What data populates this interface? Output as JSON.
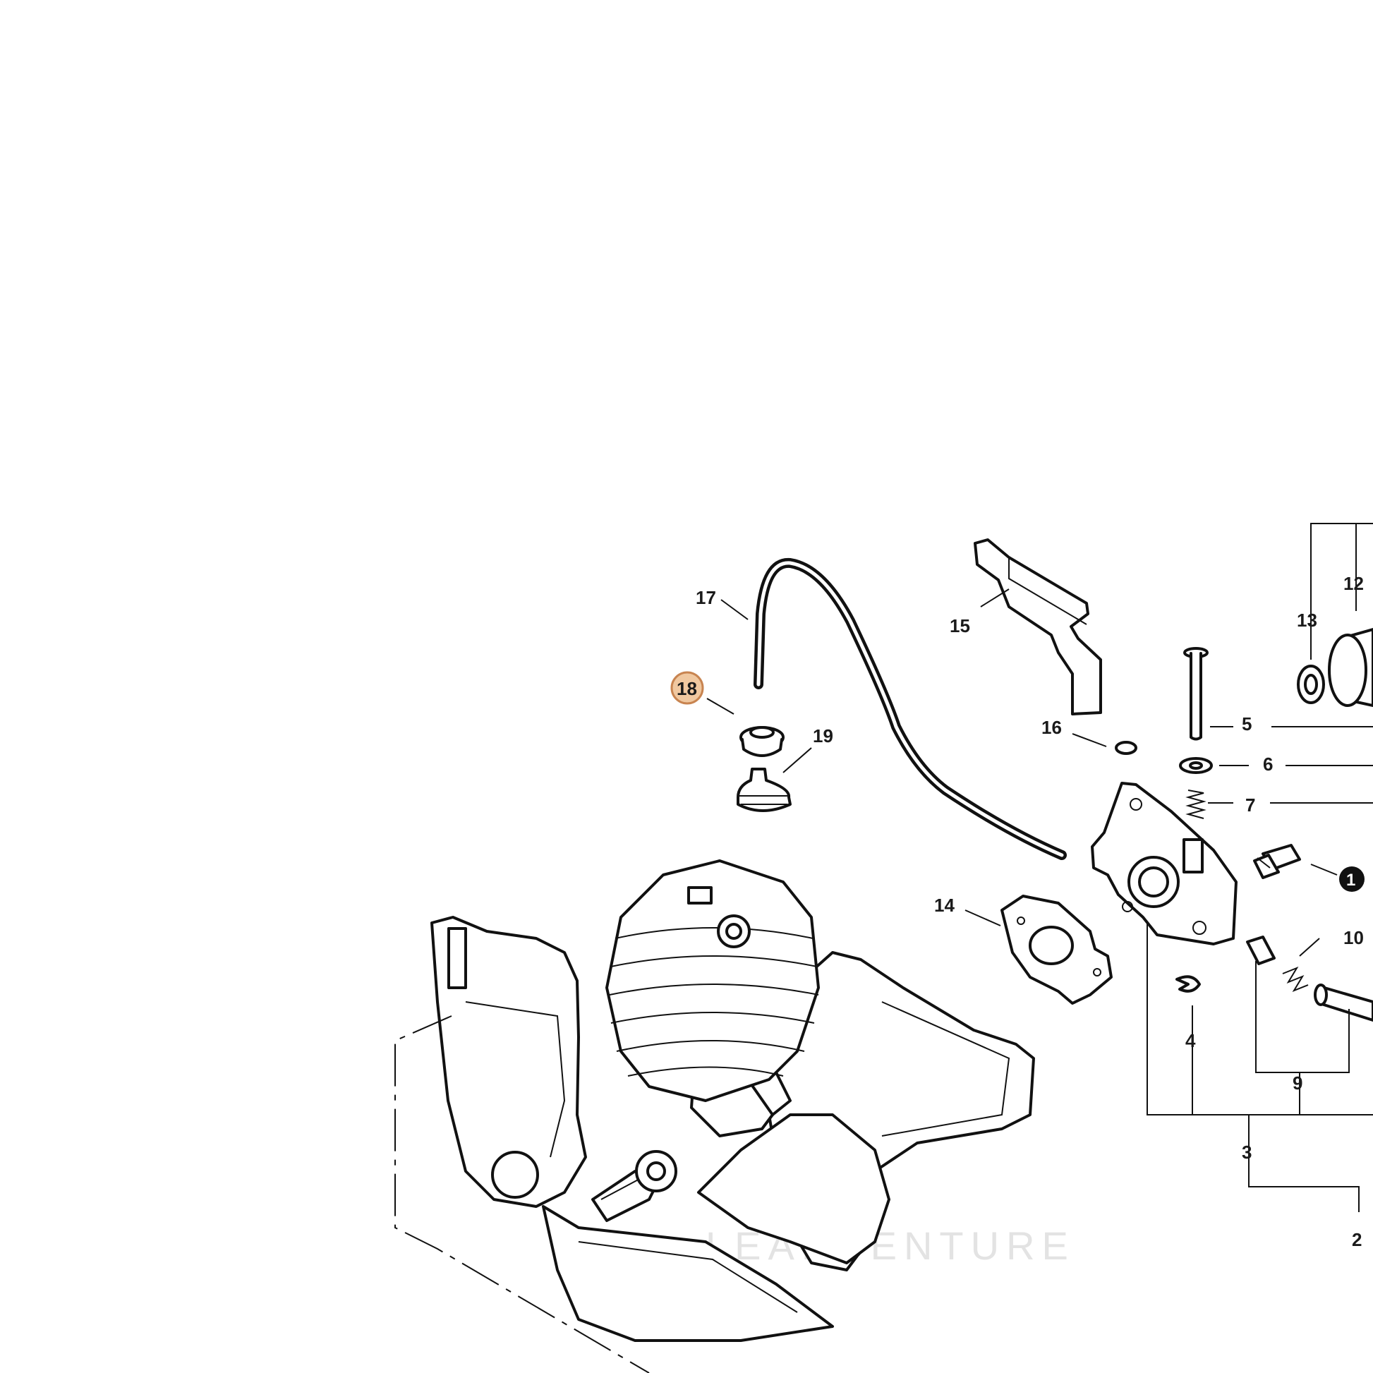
{
  "diagram": {
    "parts": [
      {
        "id": "p1",
        "label": "1",
        "style": "black"
      },
      {
        "id": "p2",
        "label": "2"
      },
      {
        "id": "p3",
        "label": "3"
      },
      {
        "id": "p4",
        "label": "4"
      },
      {
        "id": "p5",
        "label": "5"
      },
      {
        "id": "p6",
        "label": "6"
      },
      {
        "id": "p7",
        "label": "7"
      },
      {
        "id": "p9",
        "label": "9"
      },
      {
        "id": "p10",
        "label": "10"
      },
      {
        "id": "p12",
        "label": "12"
      },
      {
        "id": "p13",
        "label": "13"
      },
      {
        "id": "p14",
        "label": "14"
      },
      {
        "id": "p15",
        "label": "15"
      },
      {
        "id": "p16",
        "label": "16"
      },
      {
        "id": "p17",
        "label": "17"
      },
      {
        "id": "p18",
        "label": "18",
        "style": "highlight"
      },
      {
        "id": "p19",
        "label": "19"
      }
    ],
    "highlight_color": "#f0c8a0",
    "highlight_stroke": "#c88450",
    "watermark": "LEADVENTURE"
  }
}
